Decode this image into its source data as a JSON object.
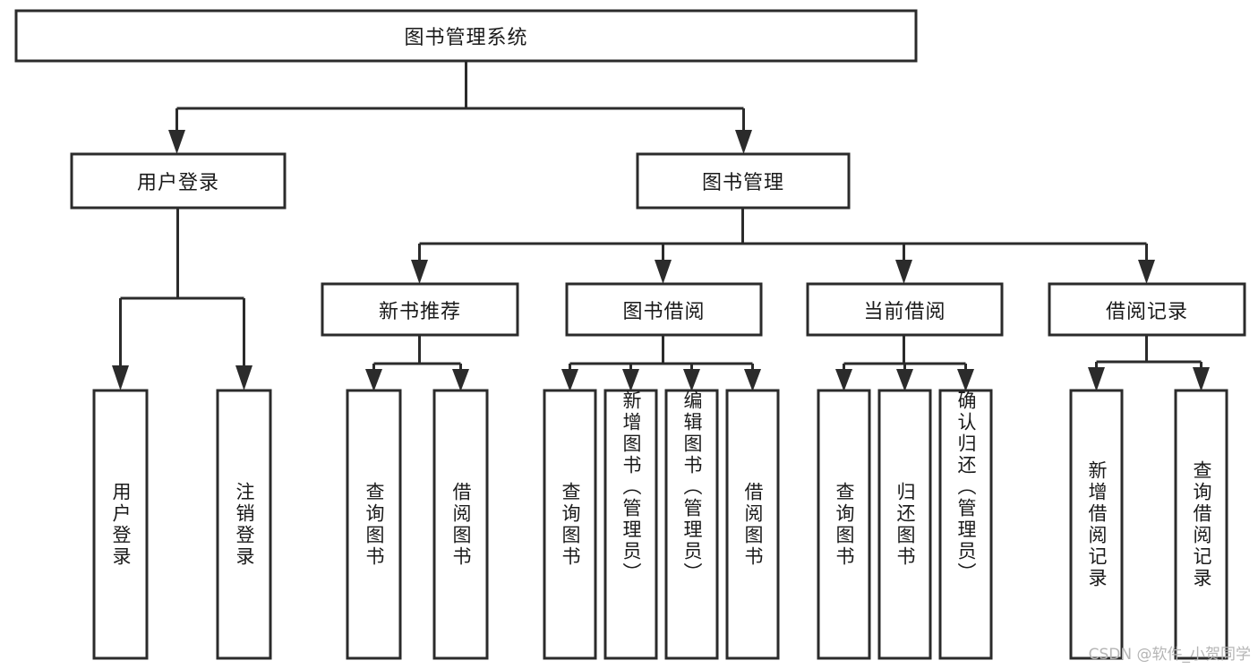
{
  "diagram": {
    "type": "tree",
    "title": "图书管理系统",
    "watermark": "CSDN @软件_小贺同学",
    "colors": {
      "box_stroke": "#2b2b2b",
      "box_fill": "#ffffff",
      "text": "#1a1a1a",
      "background": "#ffffff",
      "watermark": "#b5b5b5"
    },
    "root": {
      "label": "图书管理系统",
      "orientation": "horizontal"
    },
    "level1": [
      {
        "label": "用户登录",
        "orientation": "horizontal"
      },
      {
        "label": "图书管理",
        "orientation": "horizontal"
      }
    ],
    "level2": [
      {
        "label": "新书推荐",
        "orientation": "horizontal",
        "parent": "图书管理"
      },
      {
        "label": "图书借阅",
        "orientation": "horizontal",
        "parent": "图书管理"
      },
      {
        "label": "当前借阅",
        "orientation": "horizontal",
        "parent": "图书管理"
      },
      {
        "label": "借阅记录",
        "orientation": "horizontal",
        "parent": "图书管理"
      }
    ],
    "leaves": {
      "用户登录": [
        {
          "label": "用户登录",
          "orientation": "vertical"
        },
        {
          "label": "注销登录",
          "orientation": "vertical"
        }
      ],
      "新书推荐": [
        {
          "label": "查询图书",
          "orientation": "vertical"
        },
        {
          "label": "借阅图书",
          "orientation": "vertical"
        }
      ],
      "图书借阅": [
        {
          "label": "查询图书",
          "orientation": "vertical"
        },
        {
          "label": "新增图书（管理员）",
          "orientation": "vertical"
        },
        {
          "label": "编辑图书（管理员）",
          "orientation": "vertical"
        },
        {
          "label": "借阅图书",
          "orientation": "vertical"
        }
      ],
      "当前借阅": [
        {
          "label": "查询图书",
          "orientation": "vertical"
        },
        {
          "label": "归还图书",
          "orientation": "vertical"
        },
        {
          "label": "确认归还（管理员）",
          "orientation": "vertical"
        }
      ],
      "借阅记录": [
        {
          "label": "新增借阅记录",
          "orientation": "vertical"
        },
        {
          "label": "查询借阅记录",
          "orientation": "vertical"
        }
      ]
    }
  }
}
